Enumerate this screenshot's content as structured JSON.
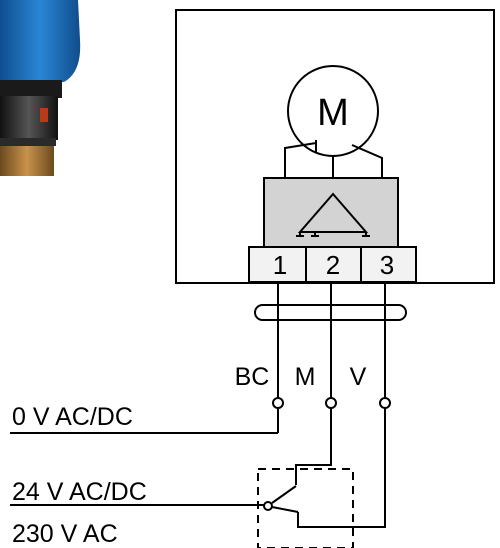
{
  "diagram": {
    "motor_label": "M",
    "terminals": [
      "1",
      "2",
      "3"
    ],
    "wire_labels": [
      "BC",
      "M",
      "V"
    ],
    "supply_labels": {
      "zero_v": "0 V AC/DC",
      "v24": "24 V AC/DC",
      "v230": "230 V AC"
    }
  },
  "colors": {
    "housing_fill": "#d3d3d3",
    "terminal_fill": "#f2f2f2",
    "line": "#000000",
    "actuator_body": "#1f6fb8",
    "actuator_base": "#2a2a2a",
    "actuator_ring": "#a0703a"
  },
  "icons": {
    "actuator_photo": "actuator-photo-icon",
    "triangle": "delta-triangle-icon",
    "motor": "motor-icon"
  }
}
